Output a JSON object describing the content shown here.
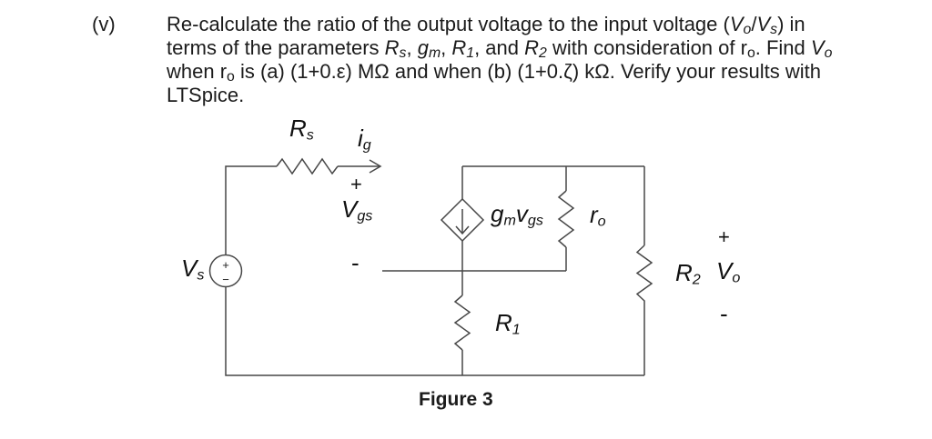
{
  "page": {
    "background": "#ffffff",
    "ink": "#1b1b1b",
    "wire_color": "#474747"
  },
  "problem": {
    "item_label": "(v)",
    "lines": [
      [
        {
          "t": "Re-calculate the ratio of the output voltage to the input voltage ("
        },
        {
          "t": "V",
          "i": 1
        },
        {
          "t": "o",
          "i": 1,
          "sub": 1
        },
        {
          "t": "/"
        },
        {
          "t": "V",
          "i": 1
        },
        {
          "t": "s",
          "i": 1,
          "sub": 1
        },
        {
          "t": ") in"
        }
      ],
      [
        {
          "t": "terms of the parameters "
        },
        {
          "t": "R",
          "i": 1
        },
        {
          "t": "s",
          "i": 1,
          "sub": 1
        },
        {
          "t": ", "
        },
        {
          "t": "g",
          "i": 1
        },
        {
          "t": "m",
          "i": 1,
          "sub": 1
        },
        {
          "t": ", "
        },
        {
          "t": "R",
          "i": 1
        },
        {
          "t": "1",
          "i": 1,
          "sub": 1
        },
        {
          "t": ", and "
        },
        {
          "t": "R",
          "i": 1
        },
        {
          "t": "2",
          "i": 1,
          "sub": 1
        },
        {
          "t": " with consideration of r"
        },
        {
          "t": "o",
          "sub": 1
        },
        {
          "t": ". Find "
        },
        {
          "t": "V",
          "i": 1
        },
        {
          "t": "o",
          "i": 1,
          "sub": 1
        }
      ],
      [
        {
          "t": "when r"
        },
        {
          "t": "o",
          "sub": 1
        },
        {
          "t": " is (a) (1+0.ε) MΩ and when (b) (1+0.ζ) kΩ. Verify your results with"
        }
      ],
      [
        {
          "t": "LTSpice."
        }
      ]
    ]
  },
  "figure": {
    "caption": "Figure 3",
    "labels": {
      "vs": {
        "base": "V",
        "sub": "s"
      },
      "source_plus": "+",
      "source_minus": "−",
      "rs": {
        "base": "R",
        "sub": "s"
      },
      "ig": {
        "base": "i",
        "sub": "g"
      },
      "gate_plus": "+",
      "vgs": {
        "base": "V",
        "sub": "gs"
      },
      "gate_minus": "-",
      "gmvgs": {
        "base_a": "g",
        "sub_a": "m",
        "base_b": "v",
        "sub_b": "gs"
      },
      "ro": {
        "base": "r",
        "sub": "o"
      },
      "r1": {
        "base": "R",
        "sub": "1"
      },
      "r2": {
        "base": "R",
        "sub": "2"
      },
      "out_plus": "+",
      "vo": {
        "base": "V",
        "sub": "o"
      },
      "out_minus": "-"
    }
  }
}
